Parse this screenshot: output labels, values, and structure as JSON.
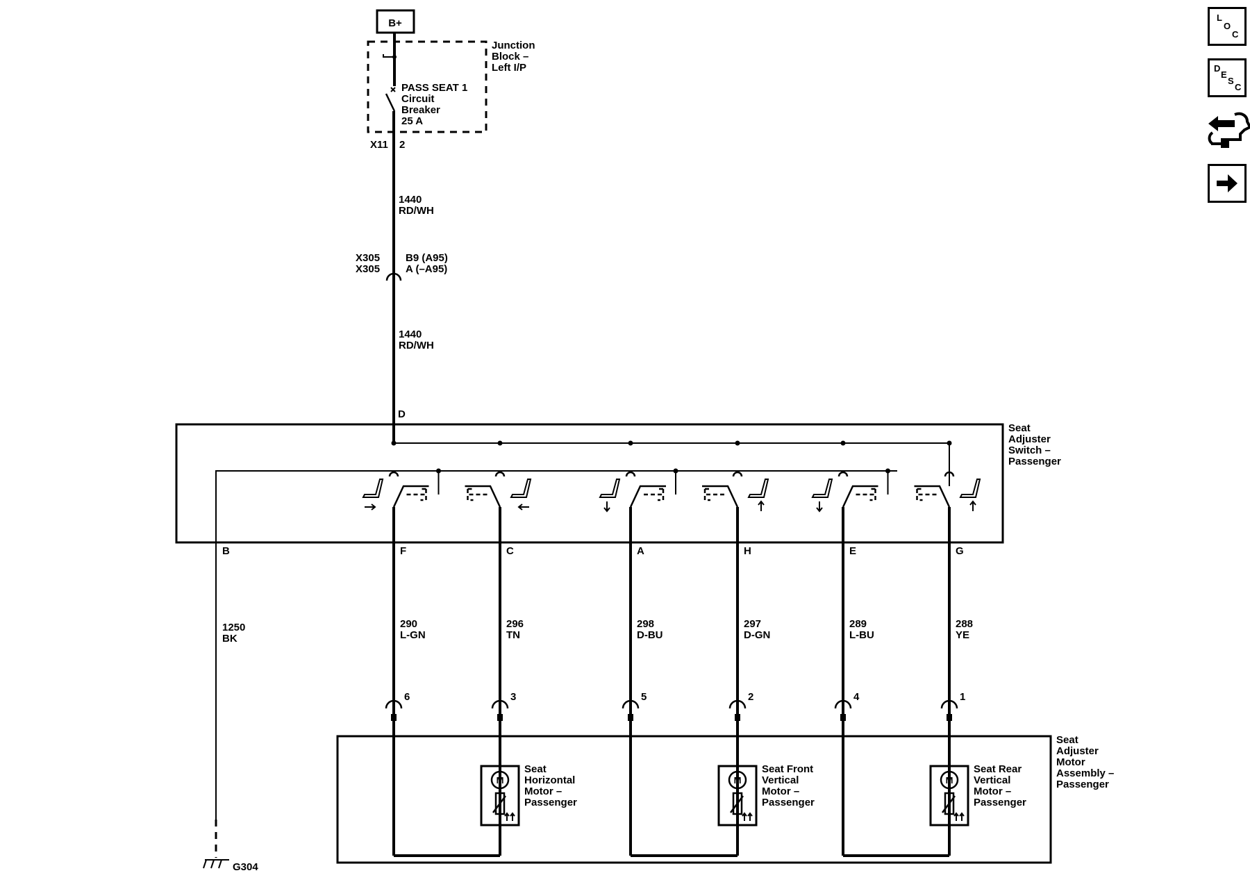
{
  "power": {
    "label": "B+"
  },
  "junction_block": {
    "name": "Junction Block – Left I/P",
    "name_lines": [
      "Junction",
      "Block –",
      "Left I/P"
    ],
    "breaker_lines": [
      "PASS SEAT 1",
      "Circuit",
      "Breaker",
      "25 A"
    ],
    "connector": "X11",
    "pin": "2"
  },
  "feed_wire_upper": {
    "circuit": "1440",
    "color": "RD/WH"
  },
  "inline_connector": {
    "names": [
      "X305",
      "X305"
    ],
    "pins": [
      "B9 (A95)",
      "A (–A95)"
    ]
  },
  "feed_wire_lower": {
    "circuit": "1440",
    "color": "RD/WH"
  },
  "switch": {
    "name": "Seat Adjuster Switch – Passenger",
    "name_lines": [
      "Seat",
      "Adjuster",
      "Switch –",
      "Passenger"
    ],
    "input_pin": "D",
    "output_pins": [
      "B",
      "F",
      "C",
      "A",
      "H",
      "E",
      "G"
    ]
  },
  "ground_wire": {
    "circuit": "1250",
    "color": "BK",
    "ground": "G304"
  },
  "wires": [
    {
      "pin": "F",
      "circuit": "290",
      "color": "L-GN",
      "motor_pin": "6"
    },
    {
      "pin": "C",
      "circuit": "296",
      "color": "TN",
      "motor_pin": "3"
    },
    {
      "pin": "A",
      "circuit": "298",
      "color": "D-BU",
      "motor_pin": "5"
    },
    {
      "pin": "H",
      "circuit": "297",
      "color": "D-GN",
      "motor_pin": "2"
    },
    {
      "pin": "E",
      "circuit": "289",
      "color": "L-BU",
      "motor_pin": "4"
    },
    {
      "pin": "G",
      "circuit": "288",
      "color": "YE",
      "motor_pin": "1"
    }
  ],
  "motor_assembly": {
    "name": "Seat Adjuster Motor Assembly – Passenger",
    "name_lines": [
      "Seat",
      "Adjuster",
      "Motor",
      "Assembly –",
      "Passenger"
    ]
  },
  "motors": [
    {
      "symbol": "M",
      "name_lines": [
        "Seat",
        "Horizontal",
        "Motor –",
        "Passenger"
      ]
    },
    {
      "symbol": "M",
      "name_lines": [
        "Seat Front",
        "Vertical",
        "Motor –",
        "Passenger"
      ]
    },
    {
      "symbol": "M",
      "name_lines": [
        "Seat Rear",
        "Vertical",
        "Motor –",
        "Passenger"
      ]
    }
  ],
  "nav_buttons": [
    {
      "name": "location",
      "letters": [
        "L",
        "O",
        "C"
      ]
    },
    {
      "name": "description",
      "letters": [
        "D",
        "E",
        "S",
        "C"
      ]
    },
    {
      "name": "connector-diagnostic",
      "icon": "diagnostic-connector-icon"
    },
    {
      "name": "next",
      "icon": "arrow-right-icon"
    }
  ]
}
